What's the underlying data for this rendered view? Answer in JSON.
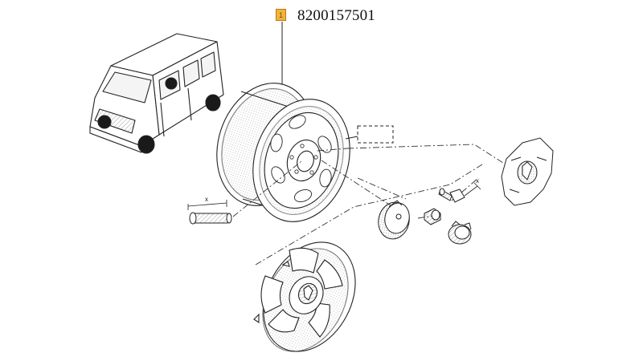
{
  "callout": {
    "index": "1",
    "part_number": "8200157501"
  },
  "dimension_labels": {
    "stud_length": "x",
    "bolt_length": "x"
  },
  "colors": {
    "badge_fill": "#f2b33a",
    "line": "#222222",
    "hatch": "#777777"
  },
  "icons": {
    "van": "van-illustration",
    "wheel": "steel-wheel-rim",
    "hubcap": "wheel-trim-hubcap",
    "center_cap": "center-cap",
    "bolt": "wheel-bolt",
    "nut": "wheel-nut",
    "stud": "wheel-stud",
    "lock": "locking-nut",
    "emblem_disc": "emblem-disc",
    "reference_box": "dashed-reference-box"
  }
}
